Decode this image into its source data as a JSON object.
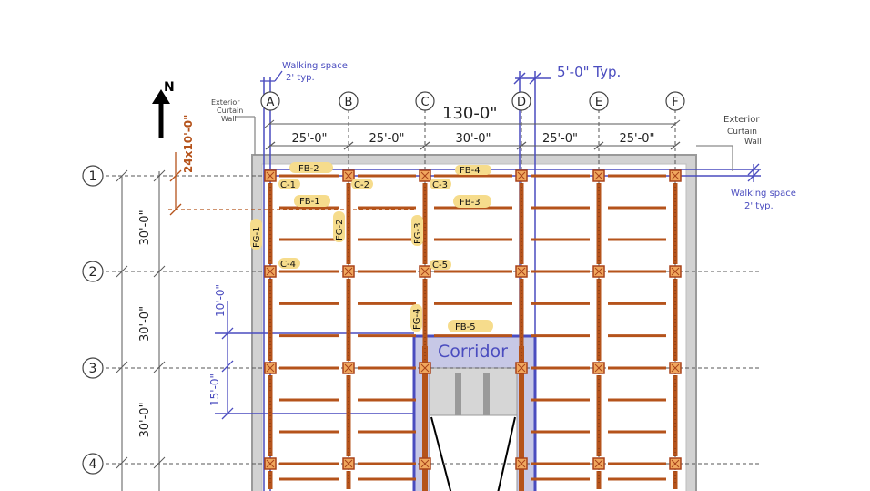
{
  "north_label": "N",
  "grid_columns": [
    "A",
    "B",
    "C",
    "D",
    "E",
    "F"
  ],
  "grid_rows": [
    "1",
    "2",
    "3",
    "4"
  ],
  "overall_dimension": "130-0\"",
  "bay_dimensions": [
    "25'-0\"",
    "25'-0\"",
    "30'-0\"",
    "25'-0\"",
    "25'-0\""
  ],
  "row_dimensions": [
    "30'-0\"",
    "30'-0\"",
    "30'-0\""
  ],
  "dim_10": "10'-0\"",
  "dim_15": "15'-0\"",
  "dim_24x10": "24x10'-0\"",
  "dim_5_typ": "5'-0\" Typ.",
  "walking_space_top": [
    "Walking space",
    "2' typ."
  ],
  "walking_space_right": [
    "Walking space",
    "2' typ."
  ],
  "exterior_wall_left": [
    "Exterior",
    "Curtain",
    "Wall"
  ],
  "exterior_wall_right": [
    "Exterior",
    "Curtain",
    "Wall"
  ],
  "corridor_label": "Corridor",
  "beam_tags": {
    "fb2": "FB-2",
    "fb4": "FB-4",
    "fb1": "FB-1",
    "fb3": "FB-3",
    "fb5": "FB-5",
    "fg1": "FG-1",
    "fg2": "FG-2",
    "fg3": "FG-3",
    "fg4": "FG-4"
  },
  "column_tags": {
    "c1": "C-1",
    "c2": "C-2",
    "c3": "C-3",
    "c4": "C-4",
    "c5": "C-5"
  },
  "colors": {
    "beam": "#b5531b",
    "column_fill": "#f0a75e",
    "column_stroke": "#a8421a",
    "blue": "#4a4cbf",
    "wall": "#9a9a9a",
    "wall_fill": "#d2d2d2",
    "grid": "#555555",
    "dim_gray": "#5a5a5a",
    "highlight": "#f6dc8c"
  }
}
